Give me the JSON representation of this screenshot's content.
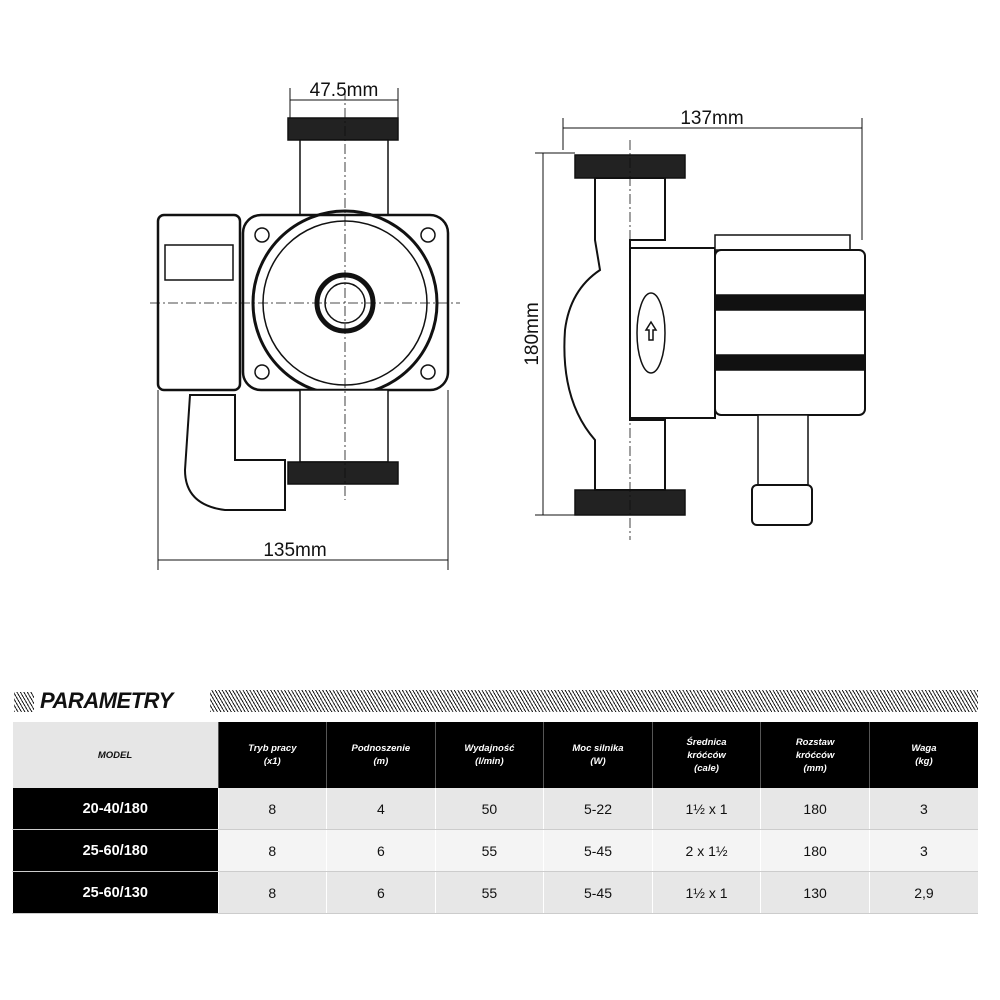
{
  "drawing": {
    "dimensions": {
      "flange_width": "47.5mm",
      "front_width": "135mm",
      "side_width": "137mm",
      "height": "180mm"
    }
  },
  "section_title": "PARAMETRY",
  "table": {
    "headers": [
      {
        "line1": "MODEL"
      },
      {
        "line1": "Tryb pracy",
        "line2": "(x1)"
      },
      {
        "line1": "Podnoszenie",
        "line2": "(m)"
      },
      {
        "line1": "Wydajność",
        "line2": "(l/min)"
      },
      {
        "line1": "Moc silnika",
        "line2": "(W)"
      },
      {
        "line1": "Średnica",
        "line2": "króćców",
        "line3": "(cale)"
      },
      {
        "line1": "Rozstaw",
        "line2": "króćców",
        "line3": "(mm)"
      },
      {
        "line1": "Waga",
        "line2": "(kg)"
      }
    ],
    "rows": [
      [
        "20-40/180",
        "8",
        "4",
        "50",
        "5-22",
        "1½ x 1",
        "180",
        "3"
      ],
      [
        "25-60/180",
        "8",
        "6",
        "55",
        "5-45",
        "2 x 1½",
        "180",
        "3"
      ],
      [
        "25-60/130",
        "8",
        "6",
        "55",
        "5-45",
        "1½ x 1",
        "130",
        "2,9"
      ]
    ]
  }
}
